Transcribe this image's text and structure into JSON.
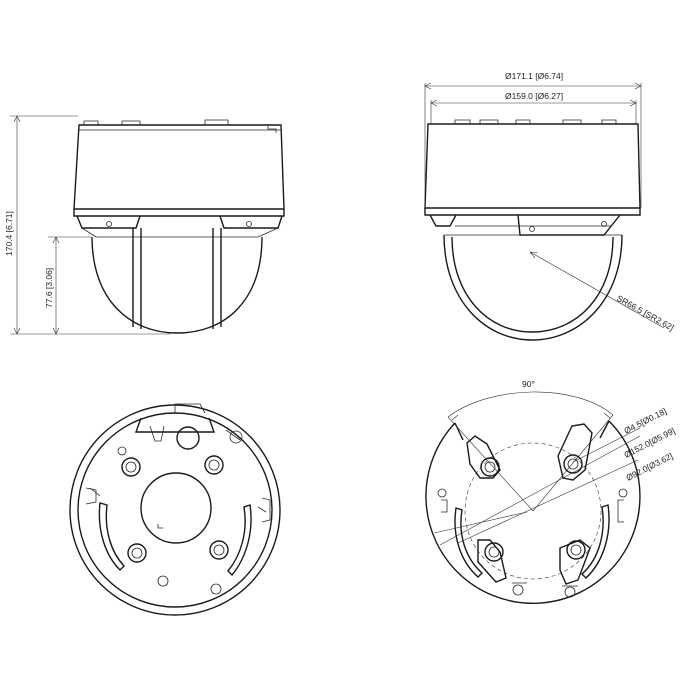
{
  "dimensions": {
    "total_height": "170.4 [6.71]",
    "dome_height": "77.6 [3.06]",
    "outer_diameter": "Ø171.1 [Ø6.74]",
    "body_diameter": "Ø159.0 [Ø6.27]",
    "dome_radius": "SR66.5 [SR2.62]",
    "angle": "90°",
    "hole_diameter": "Ø4.5[Ø0.18]",
    "pcd_outer": "Ø152.0[Ø5.99]",
    "pcd_inner": "Ø92.0[Ø3.62]"
  },
  "colors": {
    "line": "#1a1a1a",
    "background": "#ffffff"
  }
}
